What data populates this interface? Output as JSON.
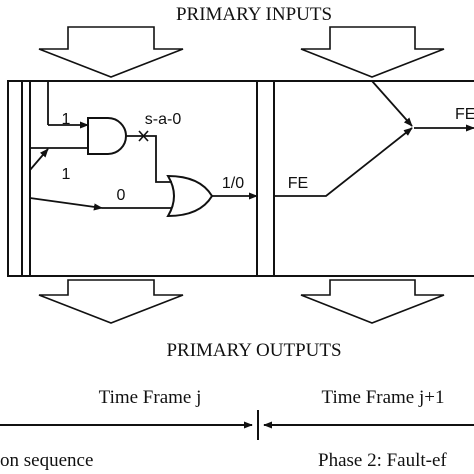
{
  "diagram": {
    "primary_inputs_label": "PRIMARY INPUTS",
    "primary_outputs_label": "PRIMARY OUTPUTS",
    "fault_label": "s-a-0",
    "and_input_top_value": "1",
    "and_input_bottom_value": "1",
    "or_input_value": "0",
    "or_output_value": "1/0",
    "fault_effect_left_label": "FE",
    "fault_effect_right_label": "FE",
    "time_frame_j_label": "Time Frame j",
    "time_frame_j1_label": "Time Frame j+1",
    "phase1_label": "on sequence",
    "phase2_label": "Phase 2: Fault-ef"
  },
  "colors": {
    "line": "#111111",
    "background": "#ffffff"
  }
}
